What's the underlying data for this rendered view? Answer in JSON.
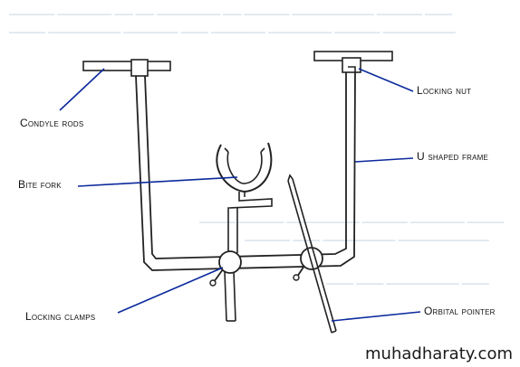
{
  "labels": {
    "condyle_rods": "Condyle rods",
    "locking_nut": "Locking nut",
    "u_shaped_frame": "U shaped frame",
    "bite_fork": "Bite fork",
    "locking_clamps": "Locking clamps",
    "orbital_pointer": "Orbital pointer"
  },
  "watermark": "muhadharaty.com",
  "colors": {
    "leader_line": "#0b2a9c",
    "drawing_stroke": "#222222",
    "background_text": "#dfe7f0"
  }
}
